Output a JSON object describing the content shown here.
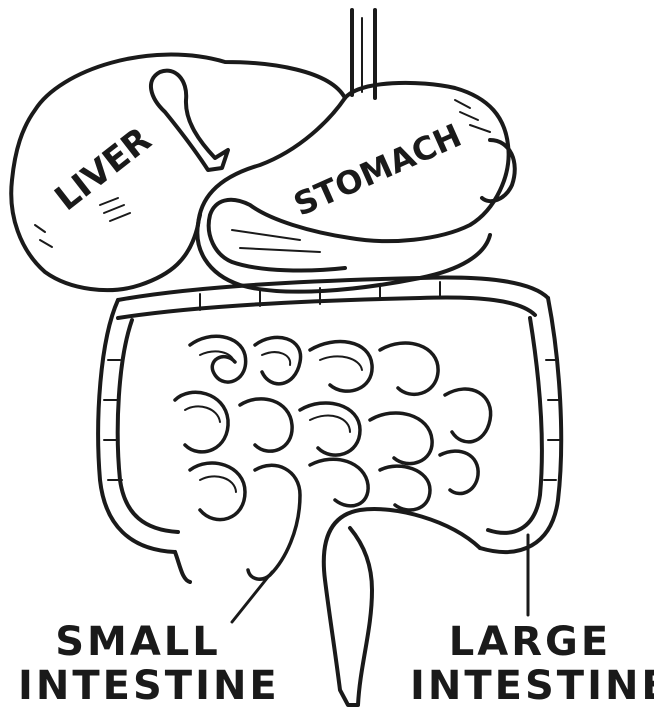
{
  "organs": {
    "liver": "LIVER",
    "stomach": "STOMACH"
  },
  "captions": {
    "small_intestine": {
      "line1": "SMALL",
      "line2": "INTESTINE"
    },
    "large_intestine": {
      "line1": "LARGE",
      "line2": "INTESTINE"
    }
  },
  "colors": {
    "ink": "#1a1a1a",
    "paper": "#ffffff"
  }
}
